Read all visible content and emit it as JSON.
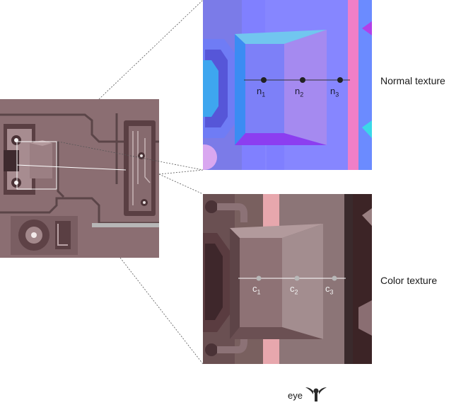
{
  "labels": {
    "normal_texture": "Normal texture",
    "color_texture": "Color texture",
    "eye": "eye"
  },
  "normal_samples": [
    {
      "base": "n",
      "sub": "1"
    },
    {
      "base": "n",
      "sub": "2"
    },
    {
      "base": "n",
      "sub": "3"
    }
  ],
  "color_samples": [
    {
      "base": "c",
      "sub": "1"
    },
    {
      "base": "c",
      "sub": "2"
    },
    {
      "base": "c",
      "sub": "3"
    }
  ],
  "colors": {
    "normal_base": "#7f7fff",
    "color_base": "#7a5f62",
    "sample_point_normal": "#222222",
    "sample_point_color": "#b8b8b8",
    "connector_line": "#555555"
  },
  "icons": {
    "eye": "eye-icon"
  }
}
